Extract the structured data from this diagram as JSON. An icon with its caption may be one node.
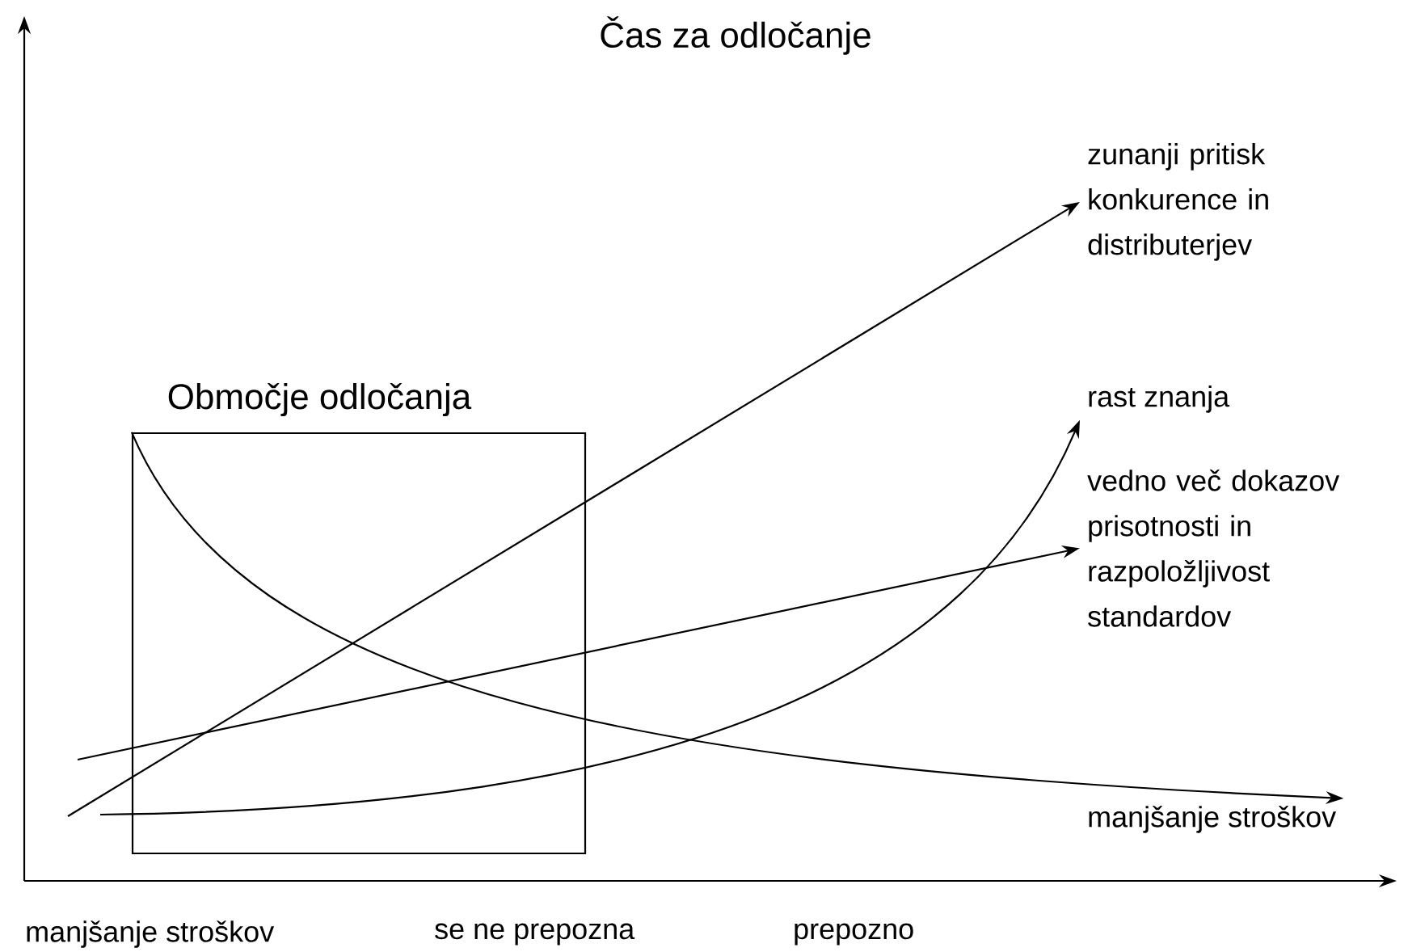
{
  "diagram": {
    "title": "Čas za odločanje",
    "nodes": [
      {
        "text": [
          "Območje odločanja"
        ]
      },
      {
        "text": [
          "zunanji pritisk konkurence in distributerjev"
        ]
      },
      {
        "text": [
          "rast znanja"
        ]
      },
      {
        "text": [
          "vedno več dokazov prisotnosti in razpoložljivost standardov"
        ]
      },
      {
        "text": [
          "manjšanje stroškov"
        ]
      }
    ],
    "edges": [
      {
        "from": null,
        "to": 1,
        "arrow": "to"
      },
      {
        "from": null,
        "to": 2,
        "arrow": "to"
      },
      {
        "from": null,
        "to": 3,
        "arrow": "to"
      },
      {
        "from": 0,
        "to": 4,
        "arrow": "to"
      }
    ],
    "labels": [
      "manjšanje stroškov",
      "se ne prepozna",
      "prepozno"
    ]
  }
}
